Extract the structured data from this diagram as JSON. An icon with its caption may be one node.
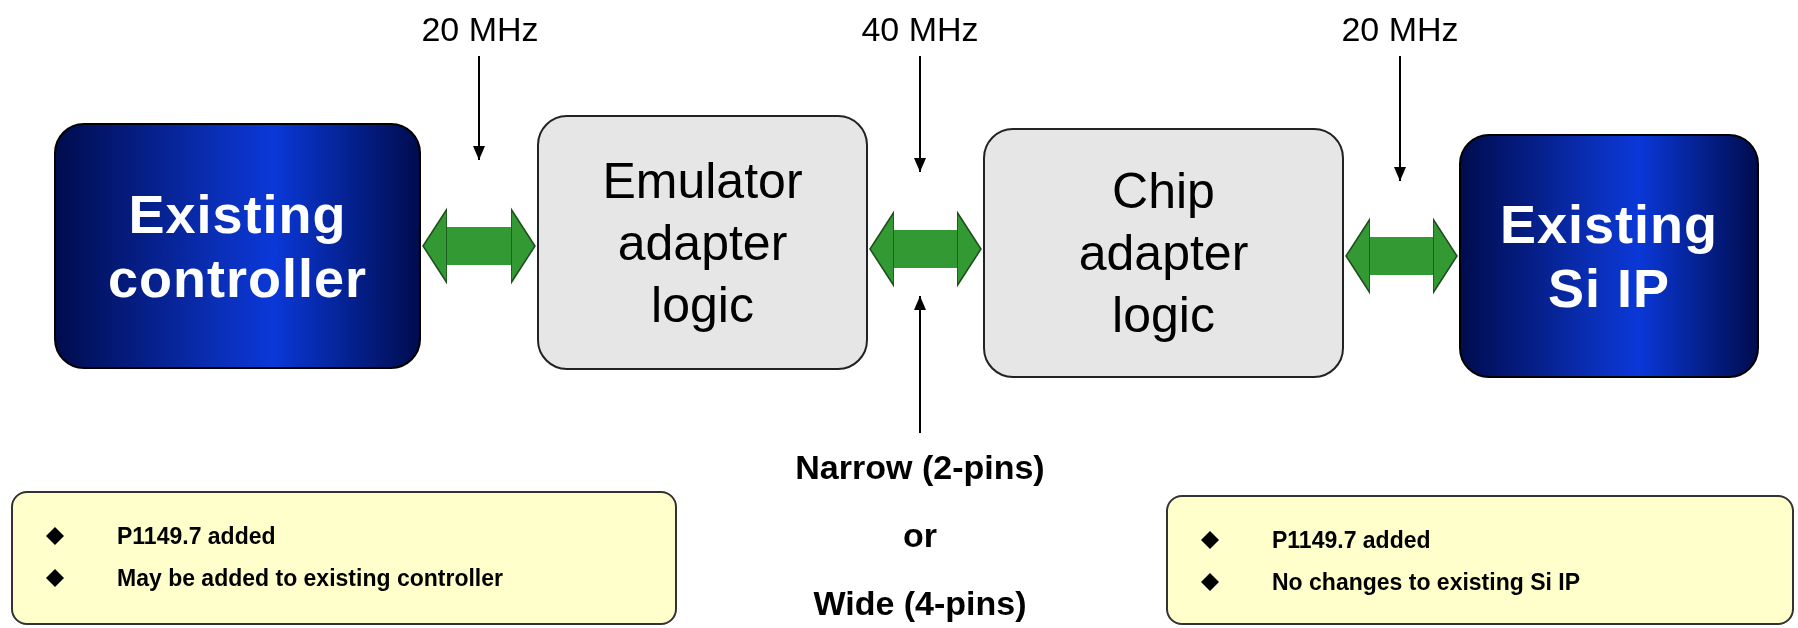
{
  "diagram": {
    "nodes": [
      {
        "text": [
          "20 MHz"
        ]
      },
      {
        "text": [
          "40 MHz"
        ]
      },
      {
        "text": [
          "20 MHz"
        ]
      },
      {
        "text": [
          "Existing controller"
        ]
      },
      {
        "text": [
          "Emulator adapter logic"
        ]
      },
      {
        "text": [
          "Chip adapter logic"
        ]
      },
      {
        "text": [
          "Existing Si IP"
        ]
      },
      {
        "text": [
          "Narrow (2-pins)",
          "or",
          "Wide (4-pins)"
        ]
      },
      {
        "text": [
          "P1149.7 added",
          "May be added to existing controller"
        ]
      },
      {
        "text": [
          "P1149.7 added",
          "No changes to existing Si IP"
        ]
      }
    ],
    "edges": [
      {
        "from": 3,
        "to": 4,
        "arrow": "both",
        "style": "thick",
        "color": "#339933"
      },
      {
        "from": 4,
        "to": 5,
        "arrow": "both",
        "style": "thick",
        "color": "#339933"
      },
      {
        "from": 5,
        "to": 6,
        "arrow": "both",
        "style": "thick",
        "color": "#339933"
      },
      {
        "from": 0,
        "to": null,
        "arrow": "to"
      },
      {
        "from": 1,
        "to": null,
        "arrow": "to"
      },
      {
        "from": 2,
        "to": null,
        "arrow": "to"
      },
      {
        "from": 7,
        "to": null,
        "arrow": "to"
      }
    ]
  }
}
